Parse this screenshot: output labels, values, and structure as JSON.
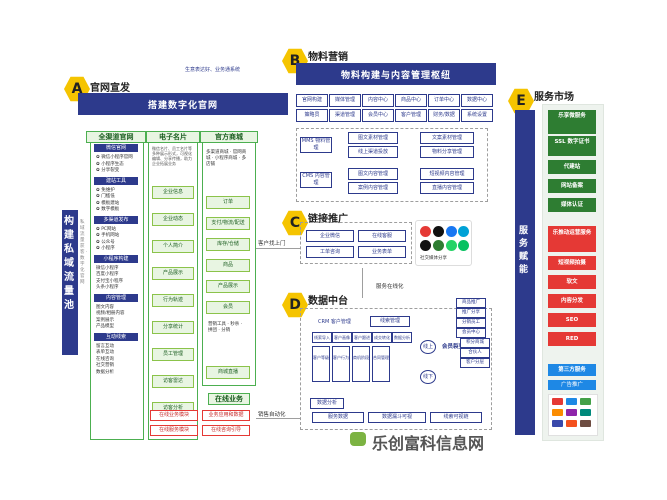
{
  "A": {
    "letter": "A",
    "title": "官网宣发",
    "bar": "搭建数字化官网",
    "note": "生意表达好、业务通系统"
  },
  "B": {
    "letter": "B",
    "title": "物料营销",
    "bar": "物料构建与内容管理枢纽",
    "modules": [
      "官网构建",
      "媒体管理",
      "内容中心",
      "商品中心",
      "订单中心",
      "数据中心",
      "策略员",
      "渠道管理",
      "会员中心",
      "客户管理",
      "财务/数据",
      "系统设置"
    ],
    "mms_label": "MMS 物料管理",
    "cms_label": "CMS 内容管理",
    "mms_items": [
      "图文素材管理",
      "线上渠道投放"
    ],
    "mms_right": [
      "文案素材管理",
      "物料分享管理"
    ],
    "cms_items": [
      "图文内容管理",
      "案例内容管理"
    ],
    "cms_right": [
      "短视频内容管理",
      "直播内容管理"
    ]
  },
  "C": {
    "letter": "C",
    "title": "链接推广",
    "items": [
      "企业微信",
      "在线客服",
      "工单咨询",
      "业务表单"
    ],
    "social_label": "社交媒体分享",
    "arrow": "客户找上门"
  },
  "D": {
    "letter": "D",
    "title": "数据中台",
    "crm": "CRM 客户管理",
    "lead": "线索管理",
    "cols": [
      "线索导入",
      "客户画像",
      "客户跟进",
      "成交转化",
      "数据分析"
    ],
    "subcols": [
      "客户等级",
      "客户行为",
      "商机阶段",
      "合同管理"
    ],
    "mid": [
      "线上",
      "线下"
    ],
    "right": [
      "商品推广",
      "推广分享",
      "分销员工",
      "会员中心",
      "积分商城",
      "合伙人",
      "客户分层"
    ],
    "vip": "会员裂变",
    "bottom": [
      "服务数据",
      "数据漏斗可视",
      "线索可视链"
    ],
    "analysis": "数据分析",
    "arrow_online": "服务在线化",
    "arrow_sales": "销售自动化"
  },
  "E": {
    "letter": "E",
    "title": "服务市场",
    "vertical": "服务赋能",
    "top_title": "乐享微服务",
    "green_items": [
      "SSL 数字证书",
      "代建站",
      "网站备案",
      "媒体认证"
    ],
    "red_title": "乐推动运营服务",
    "red_items": [
      "短视频拍摄",
      "软文",
      "内容分发",
      "SEO",
      "RED"
    ],
    "third_title": "第三方服务",
    "ad": "广告推广"
  },
  "left": {
    "vertical": "构建私域流量池",
    "side_note": "私域流量获客 · 数字化官网",
    "col1_title": "全渠道官网",
    "col2_title": "电子名片",
    "col3_title": "官方商城",
    "col1_groups": [
      {
        "head": "微信官网",
        "items": [
          "✿ 微信小程序官网",
          "✿ 小程序生态",
          "✿ 分享裂变"
        ]
      },
      {
        "head": "建站工具",
        "items": [
          "✿ 免维护",
          "✿ 门槛低",
          "✿ 模板建站",
          "✿ 数字模板"
        ]
      },
      {
        "head": "多渠道发布",
        "items": [
          "✿ PC网站",
          "✿ 手机网站",
          "✿ 公众号",
          "✿ 小程序"
        ]
      },
      {
        "head": "小程序构建",
        "items": [
          "微信小程序",
          "百度小程序",
          "支付宝小程序",
          "头条小程序"
        ]
      },
      {
        "head": "内容管理",
        "items": [
          "图文内容",
          "视频/相册内容",
          "案例展示",
          "产品模型"
        ]
      },
      {
        "head": "互动线索",
        "items": [
          "留言互动",
          "表单互动",
          "在线咨询",
          "社交营销",
          "数据分析"
        ]
      }
    ],
    "col2_intro": "微信名片、员工名片等多种展示形式，可视化编辑、分享传播，助力企业拓展业务",
    "col2_items": [
      "企业信息",
      "企业动态",
      "个人简介",
      "产品展示",
      "行为轨迹",
      "分享统计",
      "员工管理",
      "访客雷达",
      "访客分析"
    ],
    "col3_intro": "多渠道商城 · 官网商城 · 小程序商城 · 多店铺",
    "col3_items": [
      "订单",
      "支付/物流/配送",
      "库存/仓储",
      "商品",
      "产品展示",
      "会员"
    ],
    "col3_tools": "营销工具 · 秒杀 · 拼团 · 分销",
    "col3_bottom": "商城直播",
    "online_title": "在线业务",
    "online": [
      "在线业务模块",
      "业务应用和数据",
      "在线服务模块",
      "在线咨询引导"
    ]
  },
  "watermark": "乐创富科信息网"
}
